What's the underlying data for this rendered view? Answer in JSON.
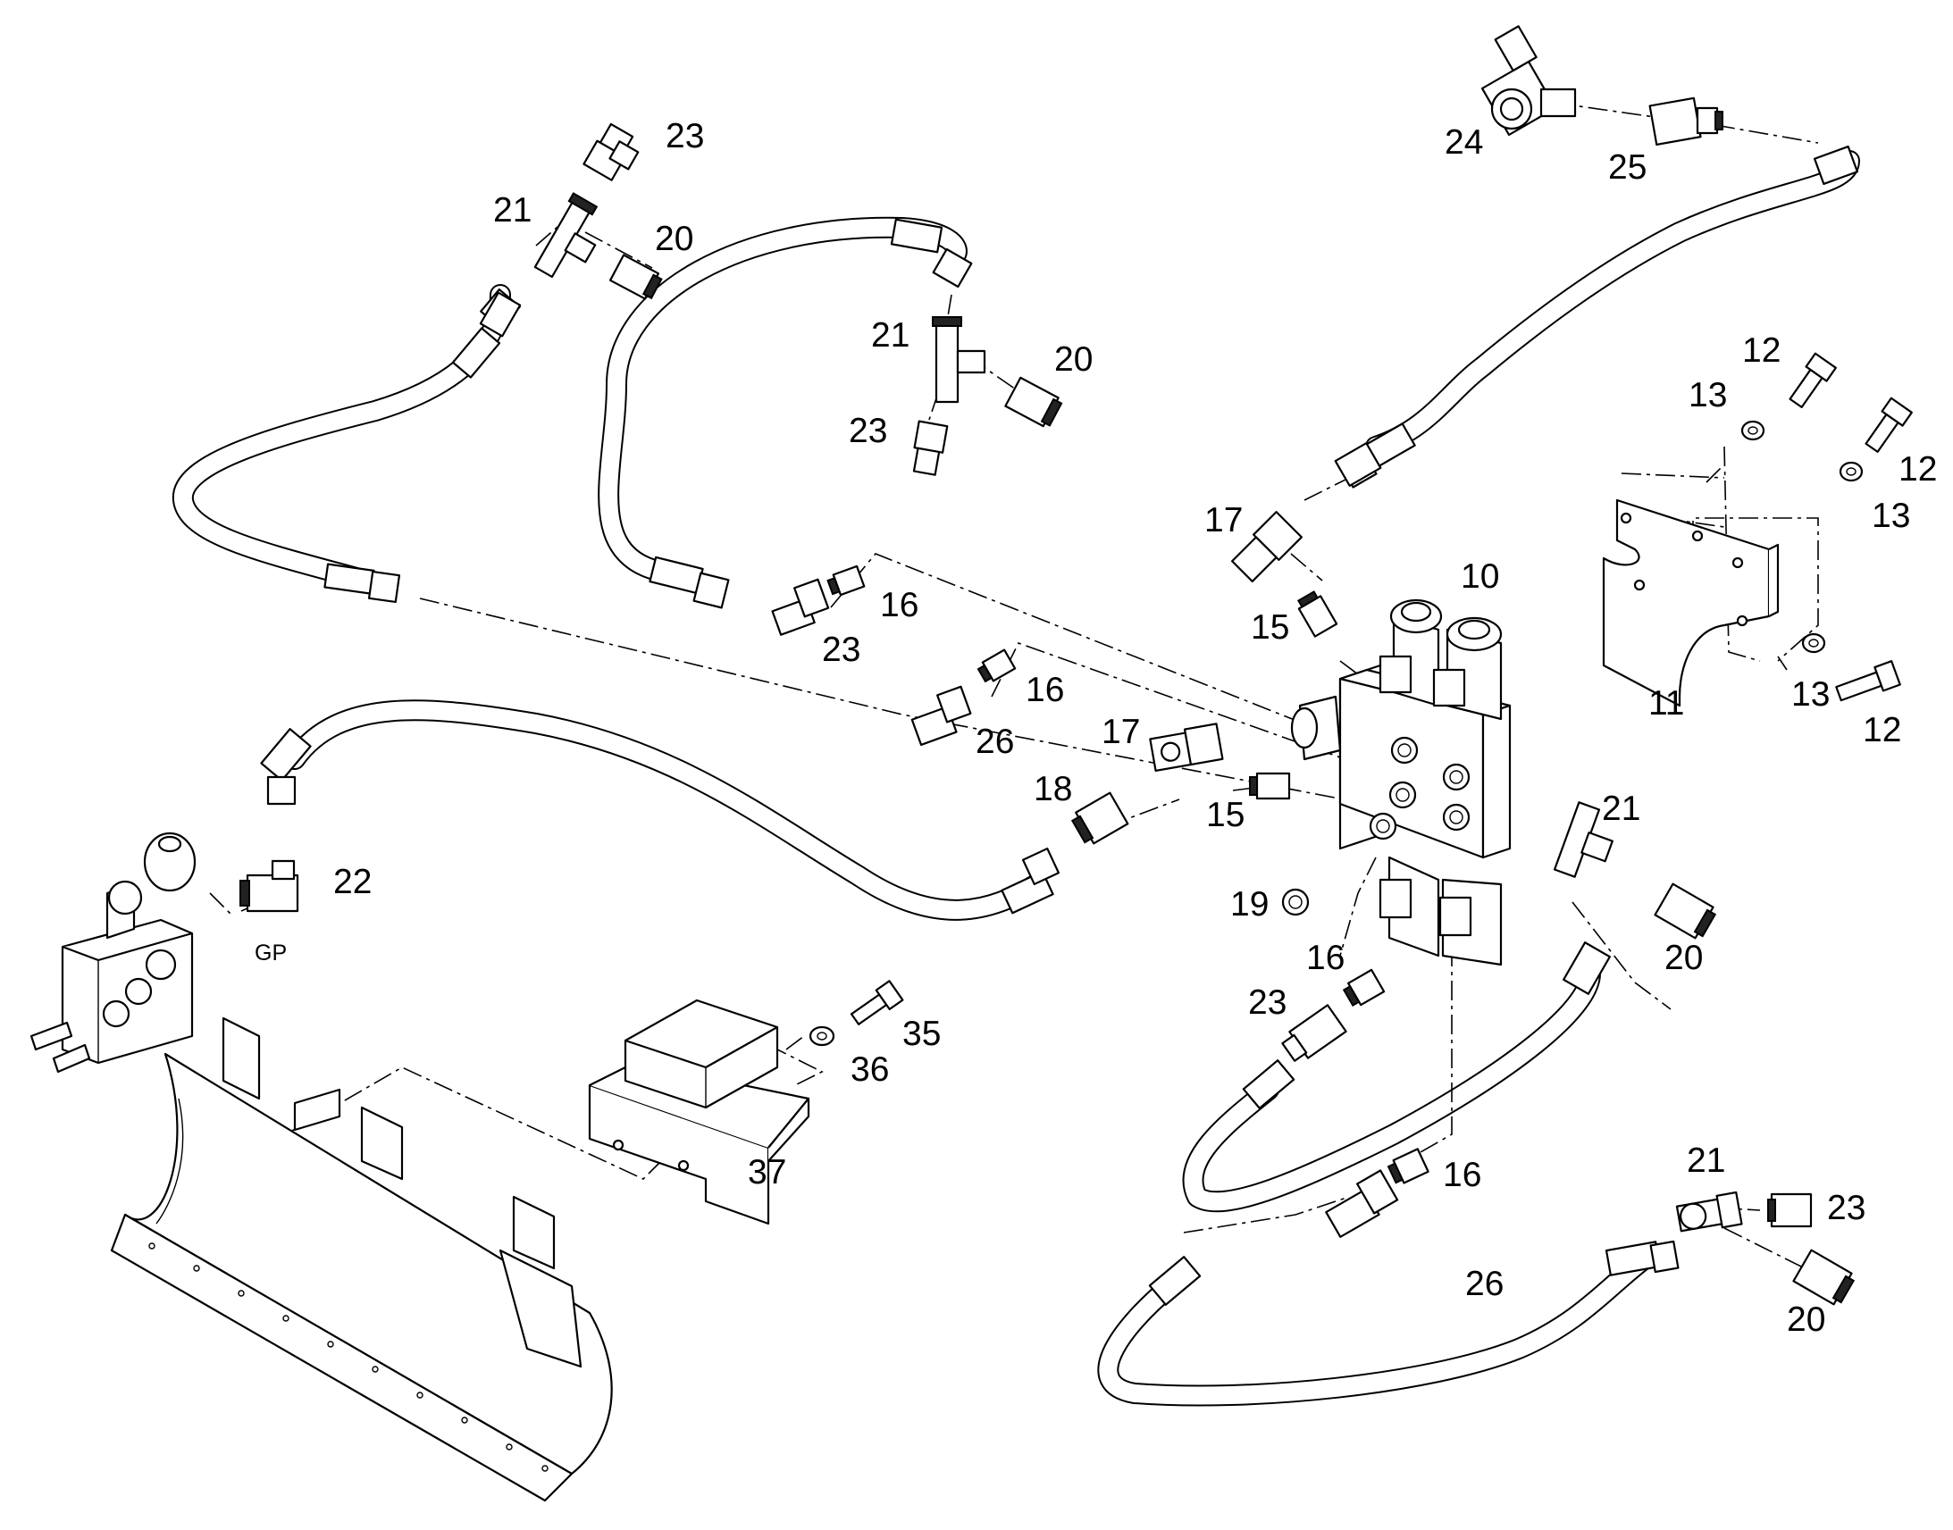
{
  "callouts": {
    "c10": "10",
    "c11": "11",
    "c12a": "12",
    "c12b": "12",
    "c12c": "12",
    "c13a": "13",
    "c13b": "13",
    "c13c": "13",
    "c15a": "15",
    "c15b": "15",
    "c16a": "16",
    "c16b": "16",
    "c16c": "16",
    "c16d": "16",
    "c17a": "17",
    "c17b": "17",
    "c18": "18",
    "c19": "19",
    "c20a": "20",
    "c20b": "20",
    "c20c": "20",
    "c20d": "20",
    "c21a": "21",
    "c21b": "21",
    "c21c": "21",
    "c21d": "21",
    "c22": "22",
    "c23a": "23",
    "c23b": "23",
    "c23c": "23",
    "c23d": "23",
    "c23e": "23",
    "c24": "24",
    "c25": "25",
    "c26a": "26",
    "c26b": "26",
    "c35": "35",
    "c36": "36",
    "c37": "37"
  },
  "gauge_port_label": "GP"
}
